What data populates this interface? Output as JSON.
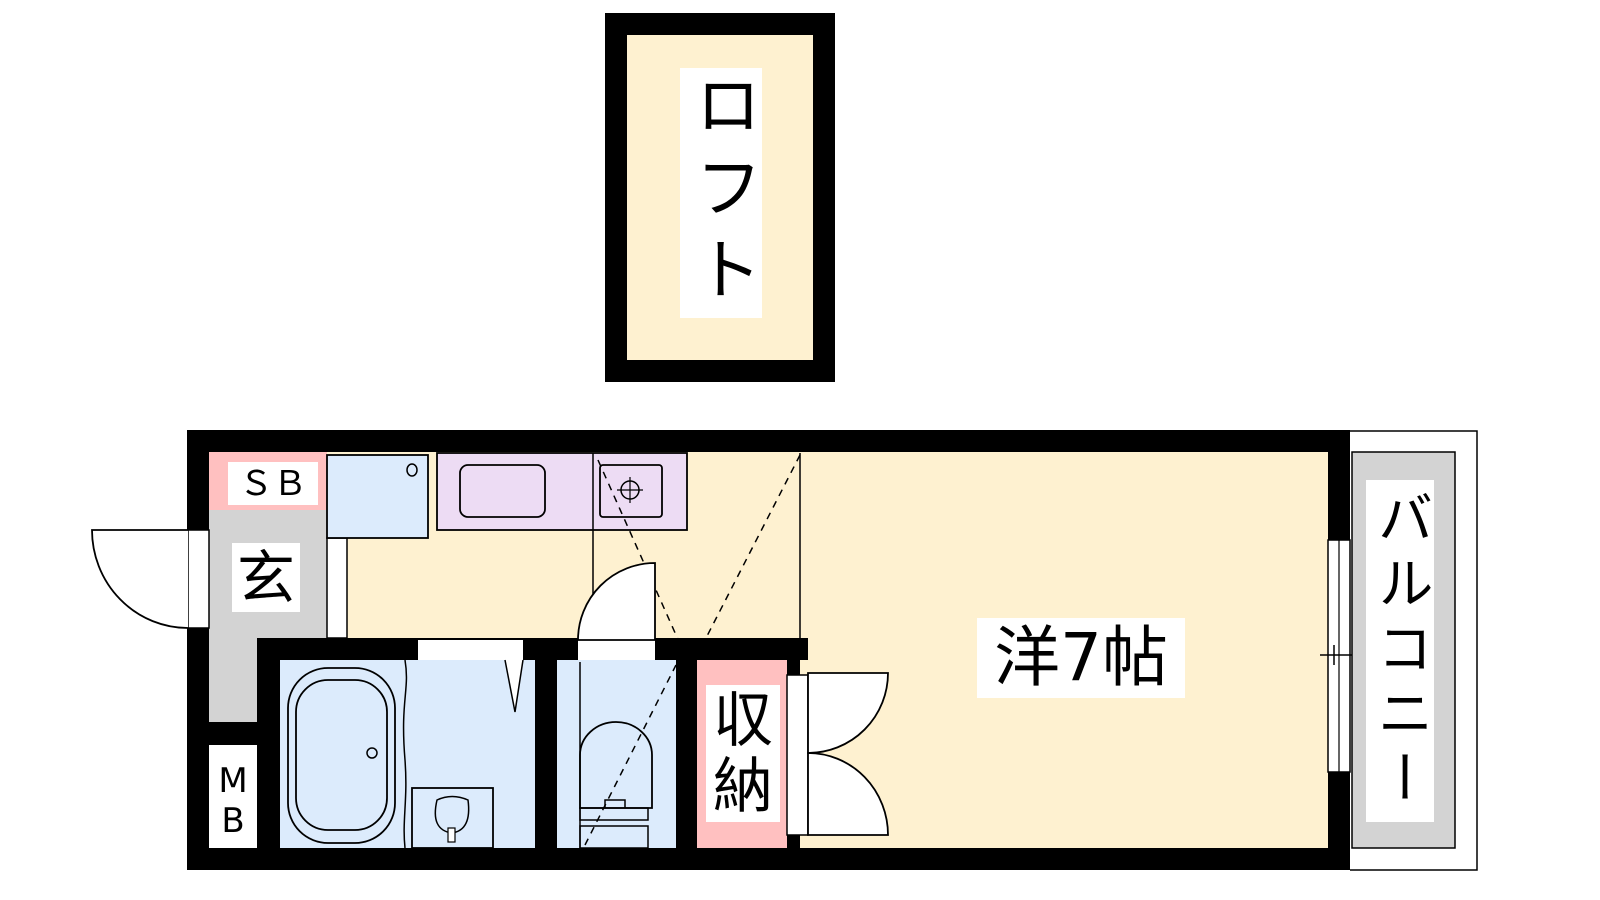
{
  "floorplan": {
    "loft": {
      "label": "ロフト",
      "chars": [
        "ロ",
        "フ",
        "ト"
      ]
    },
    "shoe_box": {
      "label": "ＳＢ"
    },
    "entrance": {
      "label": "玄"
    },
    "meter_box": {
      "label": "MB",
      "chars": [
        "M",
        "B"
      ]
    },
    "storage": {
      "label": "収納",
      "chars": [
        "収",
        "納"
      ]
    },
    "western_room": {
      "label": "洋7帖"
    },
    "balcony": {
      "label": "バルコニー",
      "chars": [
        "バ",
        "ル",
        "コ",
        "ニ",
        "ー"
      ]
    }
  },
  "colors": {
    "room": "#fef1d0",
    "wet_area": "#dcebfc",
    "kitchen": "#eddcf4",
    "storage": "#ffc0c0",
    "entrance": "#d3d3d3",
    "wall": "#000000"
  }
}
